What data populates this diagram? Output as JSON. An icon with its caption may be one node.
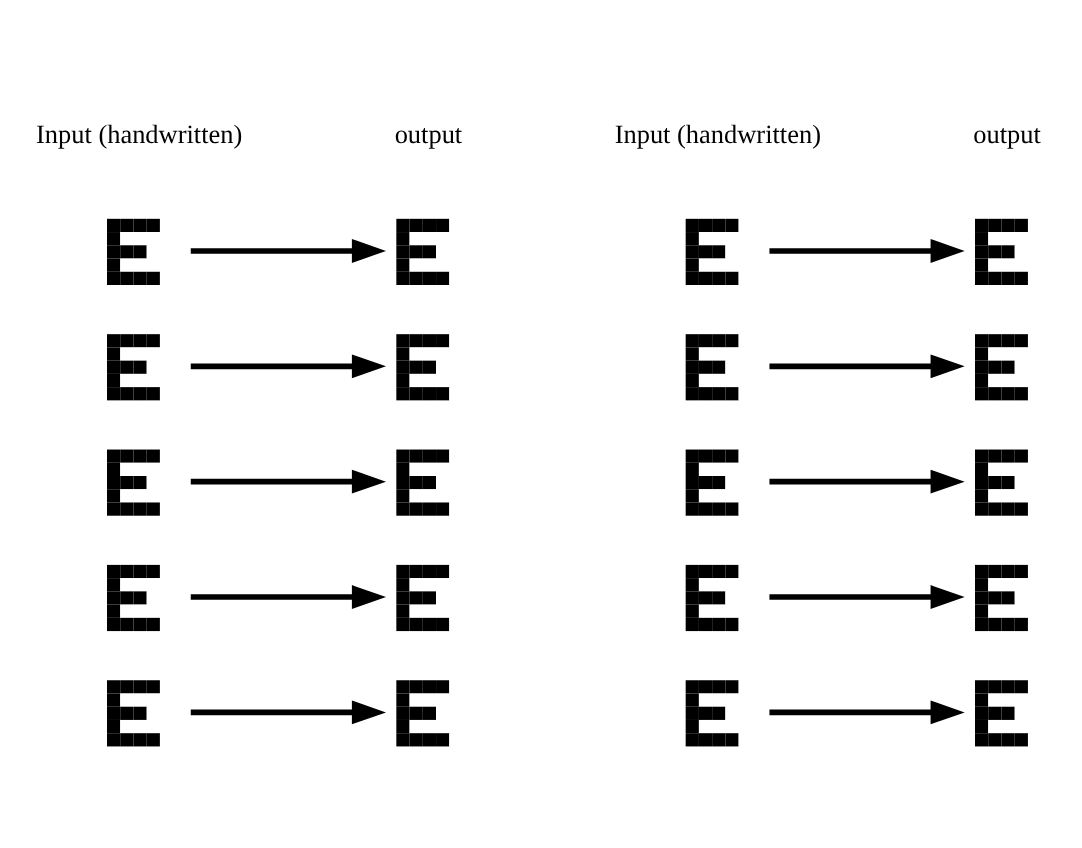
{
  "diagram": {
    "nodes": [
      {
        "text": [],
        "shape": "picture"
      },
      {
        "text": [],
        "shape": "picture"
      },
      {
        "text": [],
        "shape": "picture"
      },
      {
        "text": [],
        "shape": "picture"
      },
      {
        "text": [],
        "shape": "picture"
      },
      {
        "text": [],
        "shape": "picture"
      },
      {
        "text": [],
        "shape": "picture"
      },
      {
        "text": [],
        "shape": "picture"
      },
      {
        "text": [],
        "shape": "picture"
      },
      {
        "text": [],
        "shape": "picture"
      },
      {
        "text": [],
        "shape": "picture"
      },
      {
        "text": [],
        "shape": "picture"
      },
      {
        "text": [],
        "shape": "picture"
      },
      {
        "text": [],
        "shape": "picture"
      },
      {
        "text": [],
        "shape": "picture"
      },
      {
        "text": [],
        "shape": "picture"
      },
      {
        "text": [],
        "shape": "picture"
      },
      {
        "text": [],
        "shape": "picture"
      },
      {
        "text": [],
        "shape": "picture"
      },
      {
        "text": [],
        "shape": "picture"
      }
    ],
    "edges": [
      {
        "from": 0,
        "to": 1,
        "arrow": "to"
      },
      {
        "from": 2,
        "to": 3,
        "arrow": "to"
      },
      {
        "from": 4,
        "to": 5,
        "arrow": "to"
      },
      {
        "from": 6,
        "to": 7,
        "arrow": "to"
      },
      {
        "from": 8,
        "to": 9,
        "arrow": "to"
      },
      {
        "from": 10,
        "to": 11,
        "arrow": "to"
      },
      {
        "from": 12,
        "to": 13,
        "arrow": "to"
      },
      {
        "from": 14,
        "to": 15,
        "arrow": "to"
      },
      {
        "from": 16,
        "to": 17,
        "arrow": "to"
      },
      {
        "from": 18,
        "to": 19,
        "arrow": "to"
      }
    ],
    "labels": [
      "Input (handwritten)",
      "output",
      "Input (handwritten)",
      "output"
    ]
  }
}
